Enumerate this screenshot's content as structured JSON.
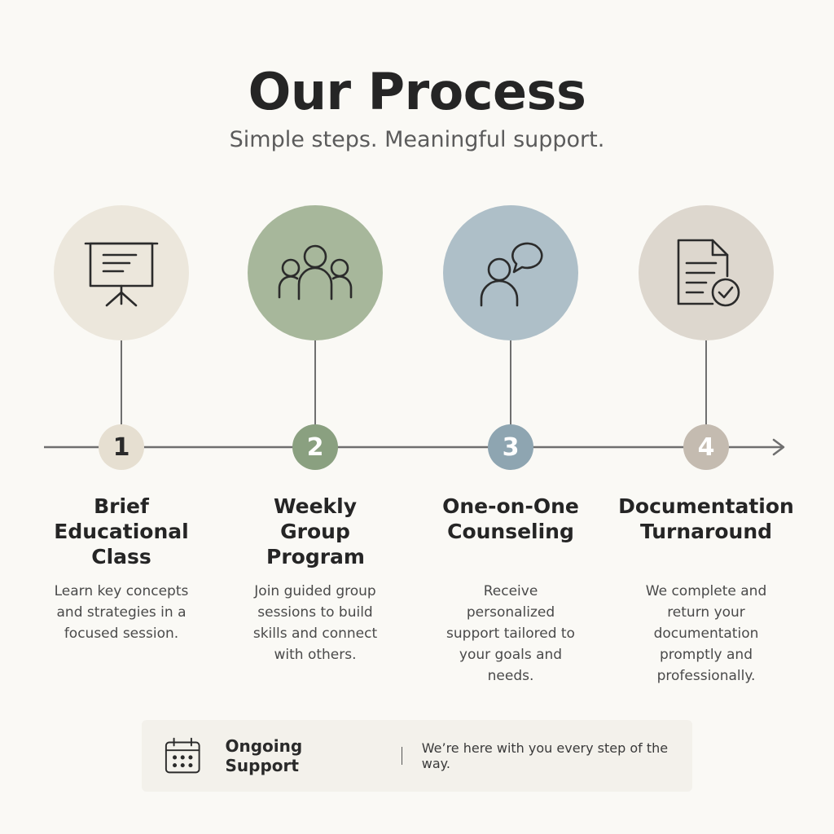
{
  "header": {
    "title": "Our Process",
    "subtitle": "Simple steps. Meaningful support."
  },
  "steps": [
    {
      "number": "1",
      "title": "Brief Educational Class",
      "description": "Learn key concepts and strategies in a focused session.",
      "icon": "presentation-board-icon",
      "circle_color": "#ece7dc",
      "badge_color": "#e6dfd1"
    },
    {
      "number": "2",
      "title": "Weekly Group Program",
      "description": "Join guided group sessions to build skills and connect with others.",
      "icon": "group-people-icon",
      "circle_color": "#a7b79b",
      "badge_color": "#8aa080"
    },
    {
      "number": "3",
      "title": "One-on-One Counseling",
      "description": "Receive personalized support tailored to your goals and needs.",
      "icon": "person-chat-icon",
      "circle_color": "#aebfc8",
      "badge_color": "#8ea5b1"
    },
    {
      "number": "4",
      "title": "Documentation Turnaround",
      "description": "We complete and return your documentation promptly and professionally.",
      "icon": "document-check-icon",
      "circle_color": "#ddd7ce",
      "badge_color": "#c4bbb0"
    }
  ],
  "footer": {
    "icon": "calendar-icon",
    "title": "Ongoing Support",
    "text": "We’re here with you every step of the way."
  }
}
